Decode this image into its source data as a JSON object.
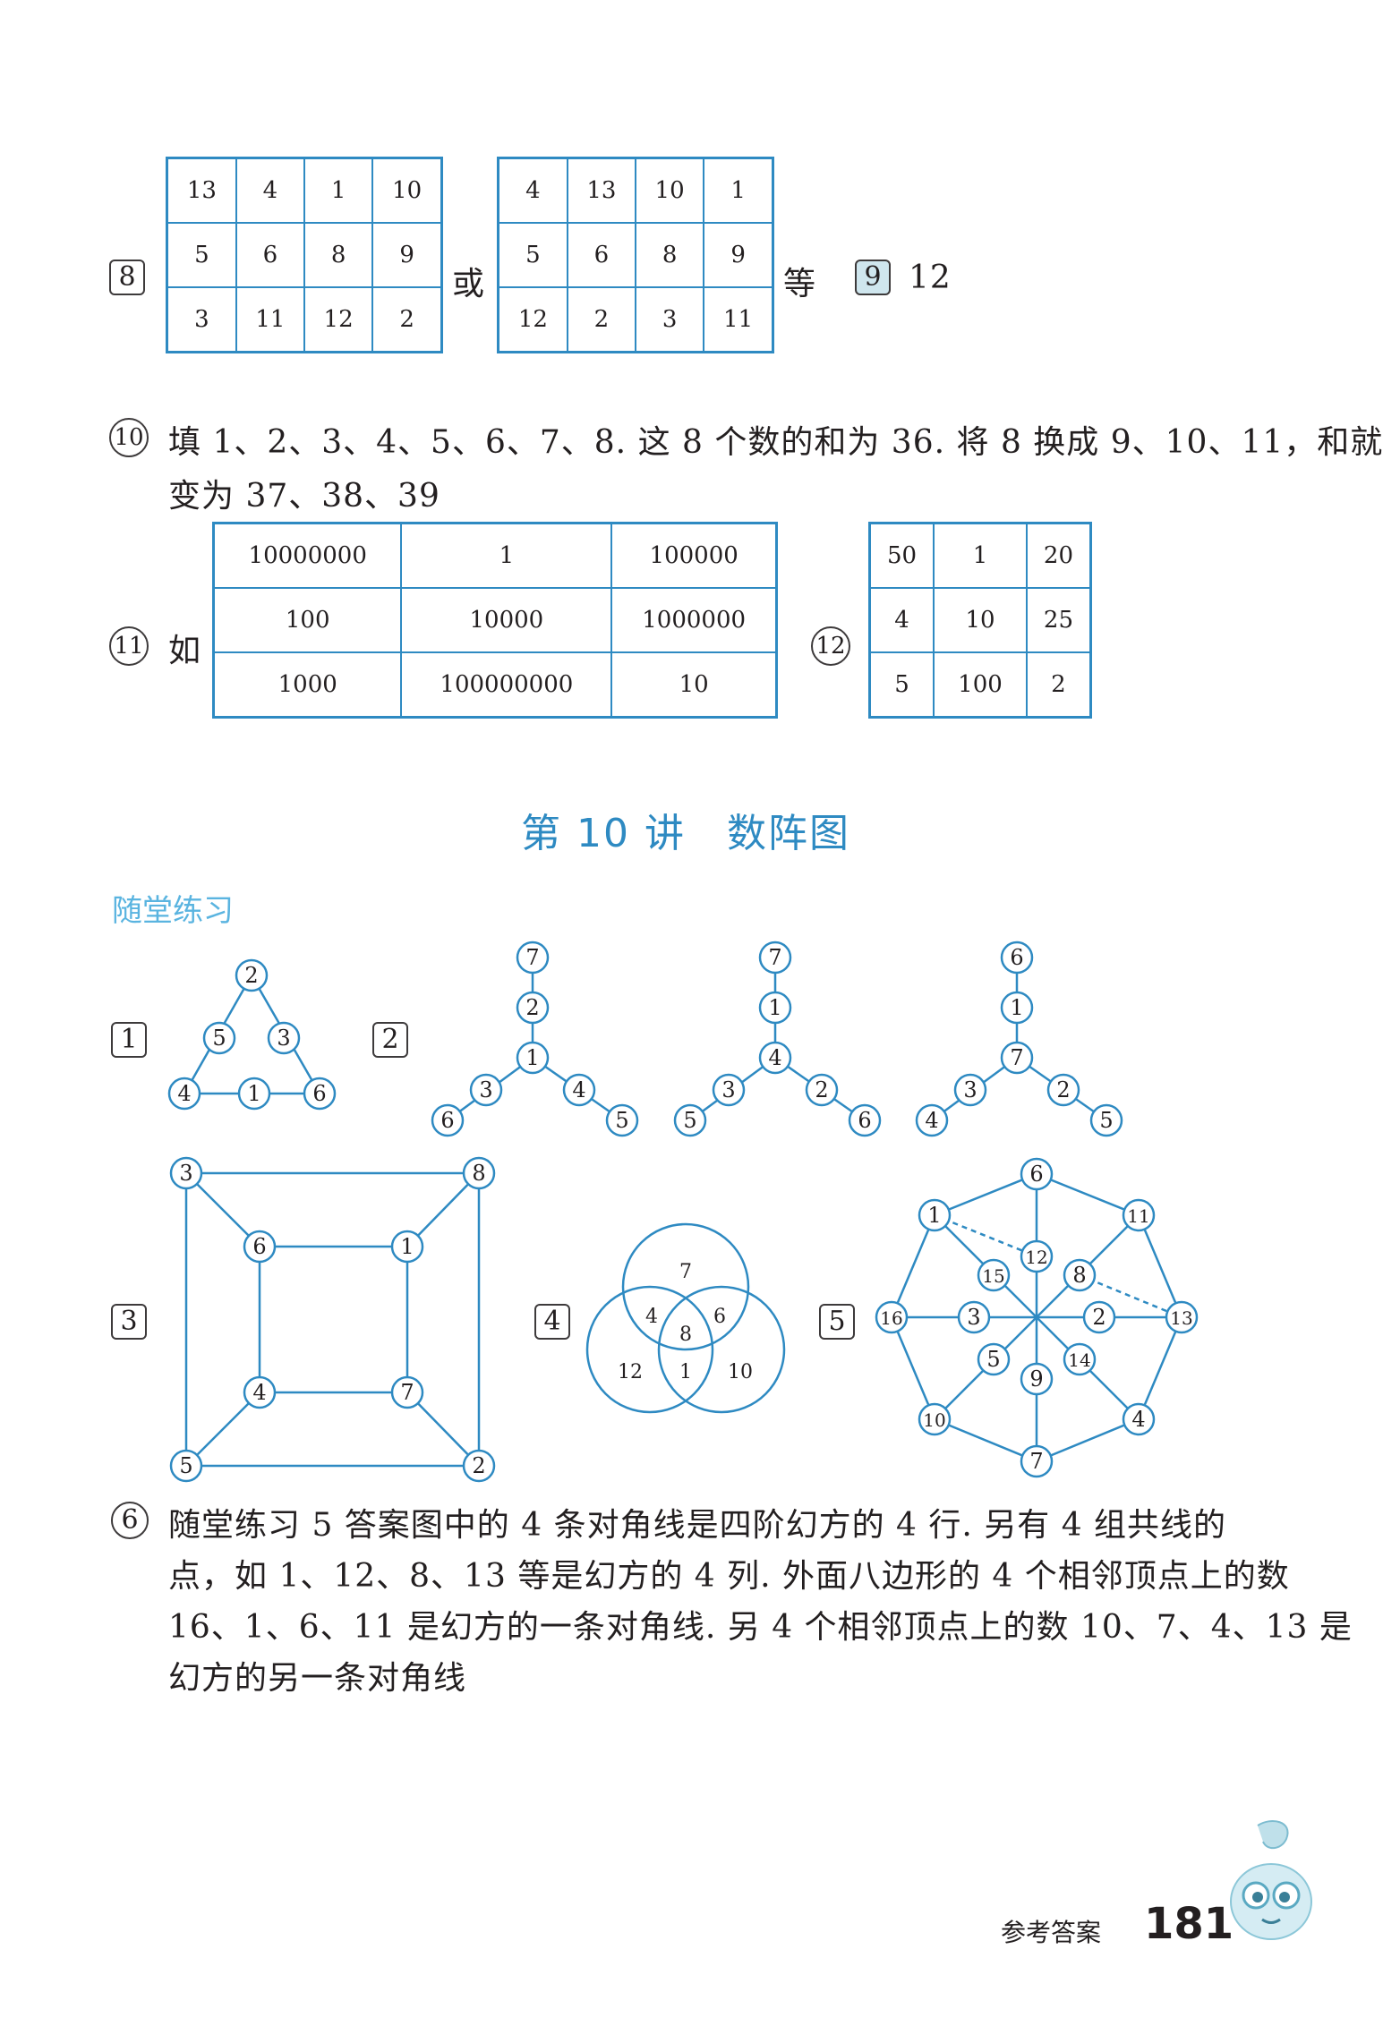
{
  "q8": {
    "num": "8",
    "or": "或",
    "etc": "等",
    "grid1": [
      [
        "13",
        "4",
        "1",
        "10"
      ],
      [
        "5",
        "6",
        "8",
        "9"
      ],
      [
        "3",
        "11",
        "12",
        "2"
      ]
    ],
    "grid2": [
      [
        "4",
        "13",
        "10",
        "1"
      ],
      [
        "5",
        "6",
        "8",
        "9"
      ],
      [
        "12",
        "2",
        "3",
        "11"
      ]
    ]
  },
  "q9": {
    "num": "9",
    "answer": "12"
  },
  "q10": {
    "num": "10",
    "line1": "填 1、2、3、4、5、6、7、8. 这 8 个数的和为 36. 将 8 换成 9、10、11，和就",
    "line2": "变为 37、38、39"
  },
  "q11": {
    "num": "11",
    "prefix": "如",
    "grid": [
      [
        "10000000",
        "1",
        "100000"
      ],
      [
        "100",
        "10000",
        "1000000"
      ],
      [
        "1000",
        "100000000",
        "10"
      ]
    ]
  },
  "q12": {
    "num": "12",
    "grid": [
      [
        "50",
        "1",
        "20"
      ],
      [
        "4",
        "10",
        "25"
      ],
      [
        "5",
        "100",
        "2"
      ]
    ]
  },
  "lecture_title": "第 10 讲　数阵图",
  "section_title": "随堂练习",
  "labels": {
    "p1": "1",
    "p2": "2",
    "p3": "3",
    "p4": "4",
    "p5": "5",
    "p6": "6"
  },
  "p1_nodes": {
    "top": "2",
    "left_mid": "5",
    "right_mid": "3",
    "bl": "4",
    "bm": "1",
    "br": "6"
  },
  "p2_stars": [
    {
      "top": [
        "7",
        "2"
      ],
      "center": "1",
      "left": [
        "3",
        "6"
      ],
      "right": [
        "4",
        "5"
      ]
    },
    {
      "top": [
        "7",
        "1"
      ],
      "center": "4",
      "left": [
        "3",
        "5"
      ],
      "right": [
        "2",
        "6"
      ]
    },
    {
      "top": [
        "6",
        "1"
      ],
      "center": "7",
      "left": [
        "3",
        "4"
      ],
      "right": [
        "2",
        "5"
      ]
    }
  ],
  "p3_cube": {
    "otl": "3",
    "otr": "8",
    "obl": "5",
    "obr": "2",
    "itl": "6",
    "itr": "1",
    "ibl": "4",
    "ibr": "7"
  },
  "p4_venn": {
    "top": "7",
    "tl": "4",
    "center": "8",
    "tr": "6",
    "bl": "12",
    "bm": "1",
    "br": "10"
  },
  "p5_octagon": {
    "outer": [
      "6",
      "11",
      "13",
      "4",
      "7",
      "10",
      "16",
      "1"
    ],
    "inner": [
      "12",
      "8",
      "2",
      "14",
      "9",
      "5",
      "3",
      "15"
    ]
  },
  "p6": {
    "lines": [
      "随堂练习 5 答案图中的 4 条对角线是四阶幻方的 4 行. 另有 4 组共线的",
      "点，如 1、12、8、13 等是幻方的 4 列. 外面八边形的 4 个相邻顶点上的数",
      "16、1、6、11 是幻方的一条对角线. 另 4 个相邻顶点上的数 10、7、4、13 是",
      "幻方的另一条对角线"
    ]
  },
  "footer": {
    "label": "参考答案",
    "page": "181"
  },
  "colors": {
    "accent": "#2e8ac2",
    "section": "#5ab4e0",
    "text": "#231f20"
  }
}
